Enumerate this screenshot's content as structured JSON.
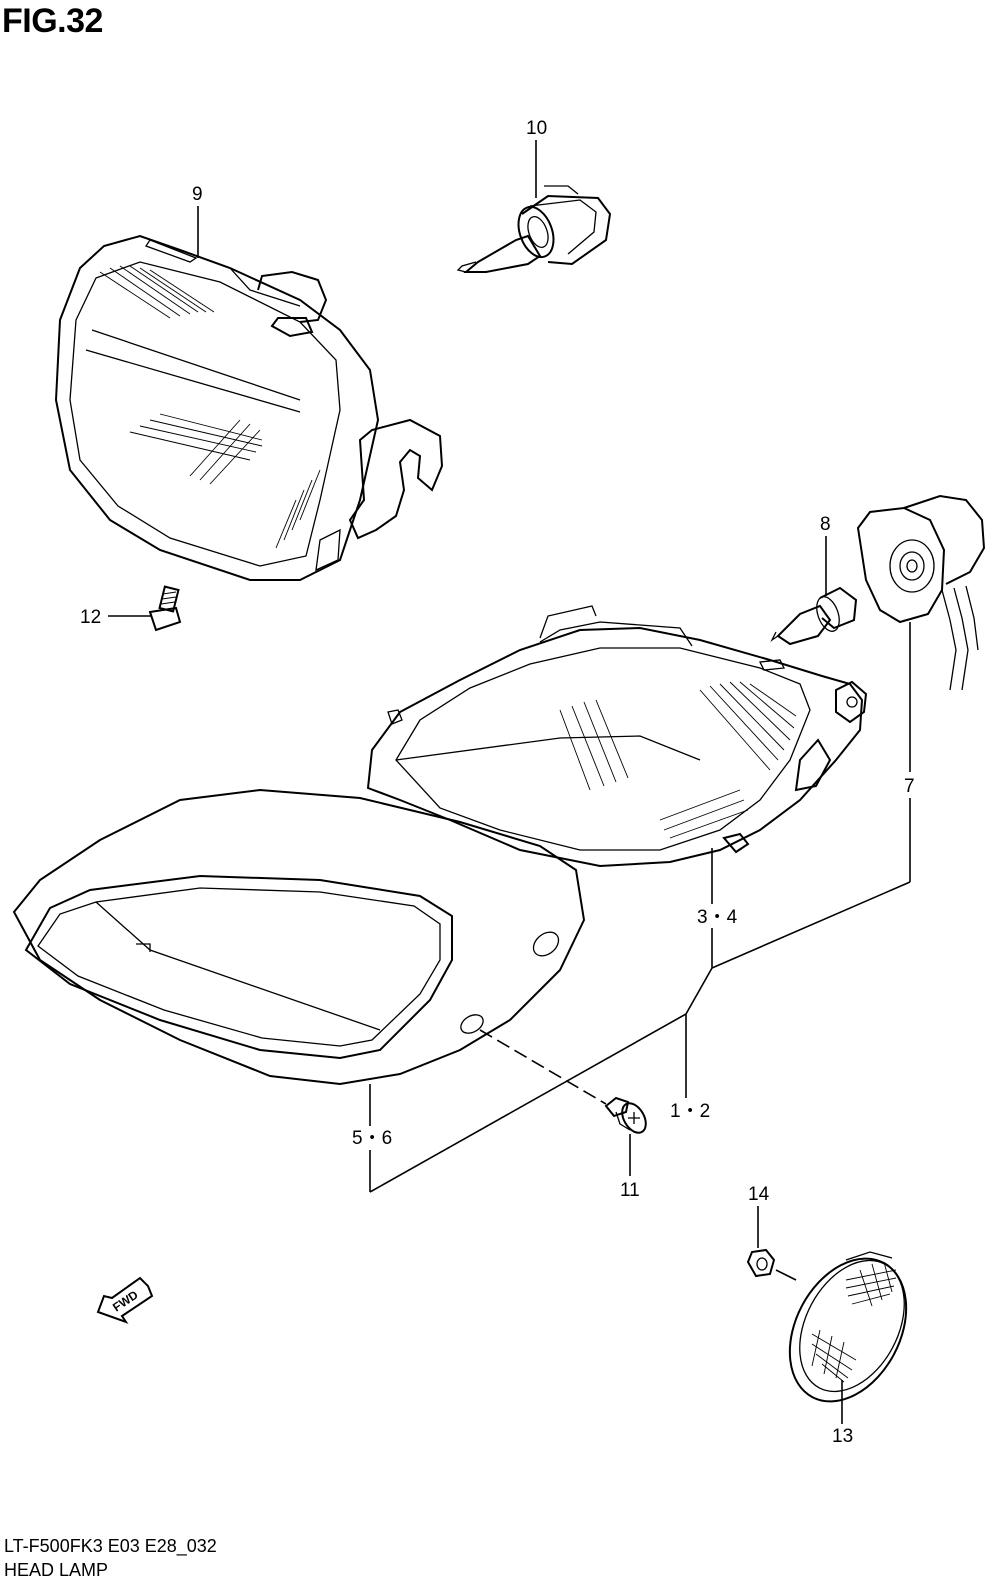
{
  "figure": {
    "title": "FIG.32"
  },
  "callouts": [
    {
      "id": "c10",
      "label": "10"
    },
    {
      "id": "c9",
      "label": "9"
    },
    {
      "id": "c8",
      "label": "8"
    },
    {
      "id": "c12",
      "label": "12"
    },
    {
      "id": "c7",
      "label": "7"
    },
    {
      "id": "c34",
      "label": "3・4"
    },
    {
      "id": "c12b",
      "label": "1・2"
    },
    {
      "id": "c56",
      "label": "5・6"
    },
    {
      "id": "c11",
      "label": "11"
    },
    {
      "id": "c14",
      "label": "14"
    },
    {
      "id": "c13",
      "label": "13"
    }
  ],
  "fwd_arrow": {
    "label": "FWD"
  },
  "footer": {
    "code": "LT-F500FK3 E03 E28_032",
    "name": "HEAD LAMP"
  }
}
